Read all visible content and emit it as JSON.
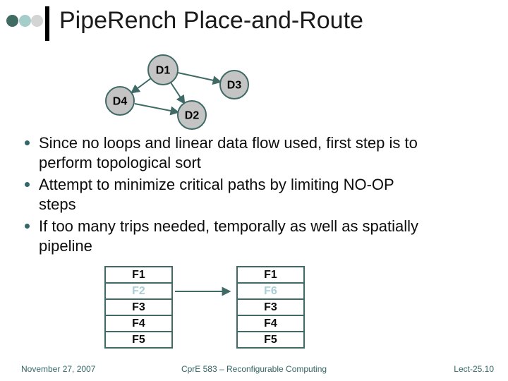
{
  "slide": {
    "title": "PipeRench Place-and-Route",
    "bullets": [
      [
        "Since no loops and linear data flow used, first step is to",
        "perform topological sort"
      ],
      [
        "Attempt to minimize critical paths by limiting NO-OP",
        "steps"
      ],
      [
        "If too many trips needed, temporally as well as spatially",
        "pipeline"
      ]
    ],
    "footer": {
      "date": "November 27, 2007",
      "course": "CprE 583 – Reconfigurable Computing",
      "lecture": "Lect-25.10"
    }
  },
  "diagram": {
    "type": "directed-dataflow-graph",
    "nodes": [
      {
        "label": "D1"
      },
      {
        "label": "D3"
      },
      {
        "label": "D4"
      },
      {
        "label": "D2"
      }
    ],
    "edges": [
      "D1→D3",
      "D1→D4",
      "D1→D2",
      "D4→D2"
    ]
  },
  "tables": {
    "before": {
      "rows": [
        "F1",
        "F2",
        "F3",
        "F4",
        "F5"
      ],
      "highlighted_row": "F2"
    },
    "after": {
      "rows": [
        "F1",
        "F6",
        "F3",
        "F4",
        "F5"
      ],
      "highlighted_row": "F6"
    }
  },
  "colors": {
    "accent_teal": "#336666",
    "diagram_stroke": "#3f6a66",
    "node_fill": "#c4c4c4",
    "highlight_text": "#a9cfd6",
    "logo_dot_dark": "#3f6b63",
    "logo_dot_light_teal": "#a5cdca",
    "logo_dot_gray": "#d3d5d4"
  }
}
